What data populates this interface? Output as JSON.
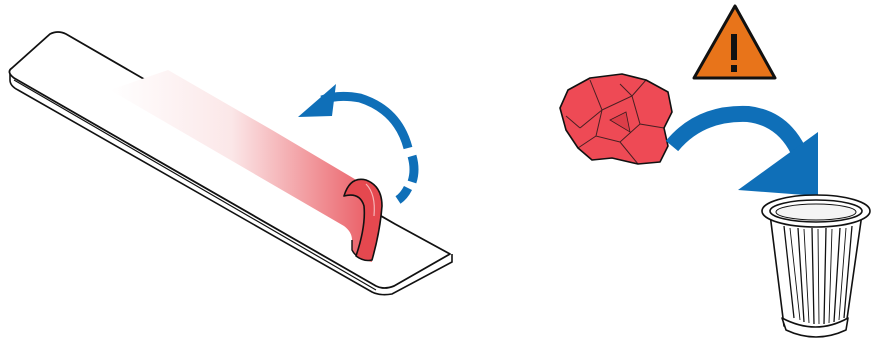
{
  "diagram": {
    "step": "peel-and-discard-protective-film",
    "panels": [
      {
        "name": "peel-panel",
        "elements": [
          "adhesive-strip",
          "peeling-film",
          "peel-direction-arrow"
        ]
      },
      {
        "name": "discard-panel",
        "elements": [
          "warning-icon",
          "crumpled-film",
          "discard-arrow",
          "trash-bin-icon"
        ]
      }
    ],
    "colors": {
      "film_gradient_start": "#ffffff",
      "film_gradient_end": "#e9545c",
      "film_curl": "#e5484f",
      "crumpled_film": "#ee4a55",
      "arrow_blue": "#0f6fb8",
      "warning_fill": "#e8741a",
      "outline": "#111111"
    }
  }
}
